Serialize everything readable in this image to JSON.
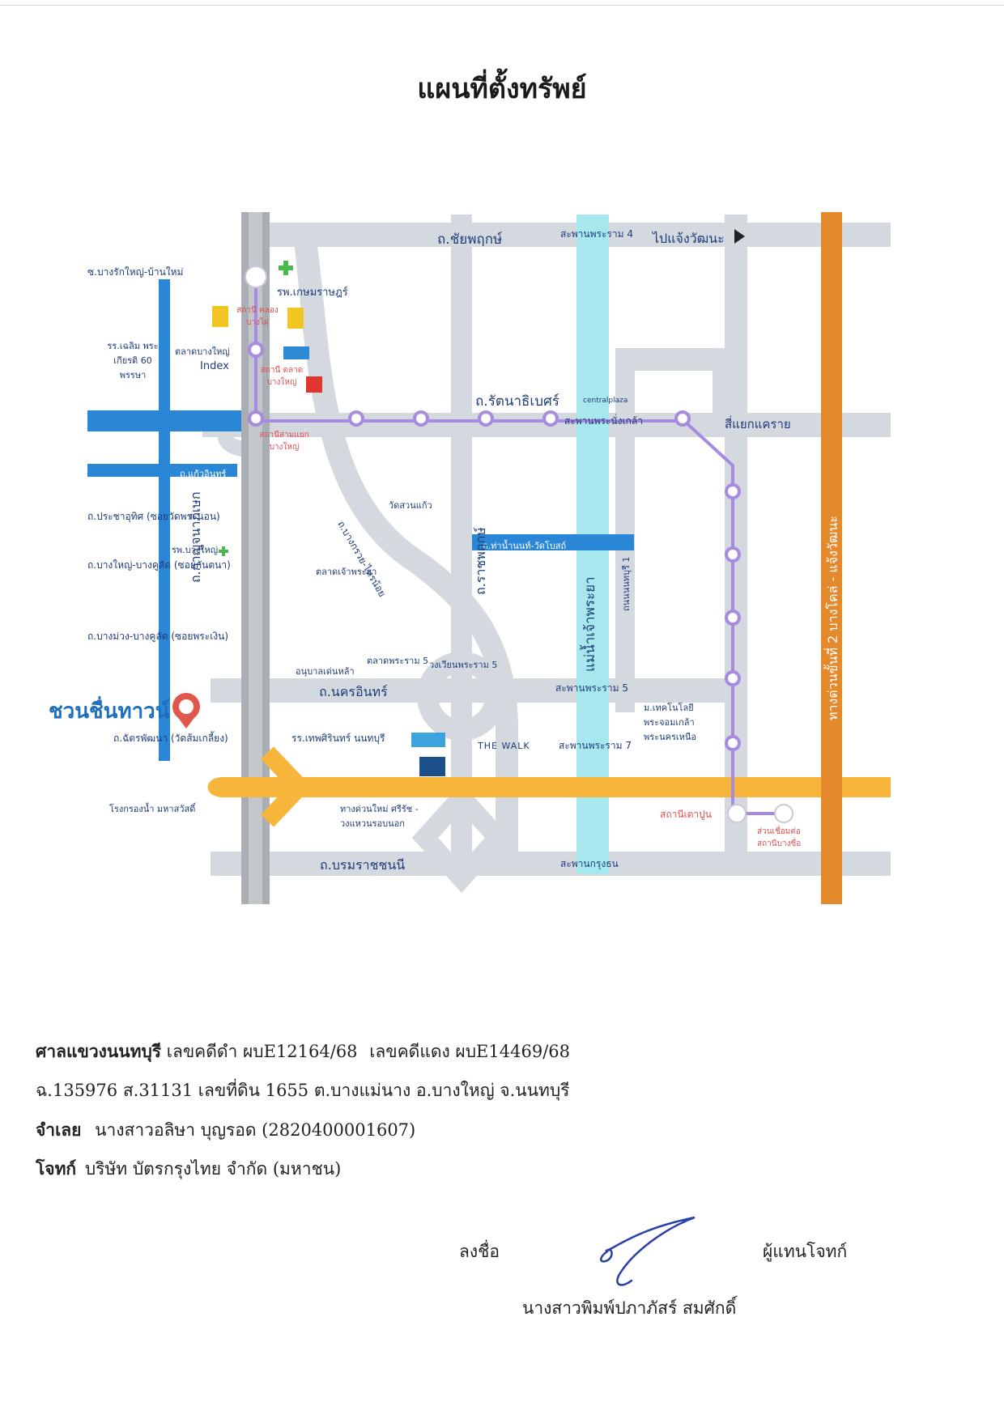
{
  "title": "แผนที่ตั้งทรัพย์",
  "map": {
    "roads": {
      "chaiyaphruek": "ถ.ชัยพฤกษ์",
      "rattanathibet": "ถ.รัตนาธิเบศร์",
      "nakhon_in": "ถ.นครอินทร์",
      "borommaratchachonnani": "ถ.บรมราชชนนี",
      "ratchaphruek": "ถ.ราชพฤกษ์",
      "kanchanaphisek": "ถ.กาญจนาภิเษก",
      "bangkruai_sainoi": "ถ.บางกรวย-ไทรน้อย",
      "kaew_in": "ถ.แก้วอินทร์",
      "prachautit": "ถ.ประชาอุทิศ (ซอยวัดพระนอน)",
      "bangyai_bangkhulat": "ถ.บางใหญ่-บางคูลัด (ซอยกันตนา)",
      "bangmuang_bangkhulat": "ถ.บางม่วง-บางคูลัด (ซอยพระเงิน)",
      "changwatthana_sub": "ถ.ฉัตรพัฒนา (วัดส้มเกลี้ยง)",
      "bangrak_yai": "ซ.บางรักใหญ่-บ้านใหม่",
      "tha_nam_nonthaburi": "ถ.ท่าน้ำนนท์-วัดโบสถ์",
      "nonthaburi_1": "ถนนนนทบุรี 1",
      "kaew_in_road": "ถนนกาญจนาภิเษก"
    },
    "bridges": {
      "rama4": "สะพานพระราม 4",
      "phra_nang_klao": "สะพานพระนั่งเกล้า",
      "rama5": "สะพานพระราม 5",
      "rama7": "สะพานพระราม 7",
      "krung_thon": "สะพานกรุงธน"
    },
    "directions": {
      "to_chaengwattana": "ไปแจ้งวัฒนะ",
      "sayaek_khae_rai": "สี่แยกแคราย",
      "expressway": "ทางด่วนขั้นที่ 2 บางโคล่ - แจ้งวัฒนะ",
      "river": "แม่น้ำเจ้าพระยา",
      "roundabout": "วงเวียนพระราม 5"
    },
    "places": {
      "kasemrad": "รพ.เกษมราษฎร์",
      "bangyai_hospital": "รพ.บางใหญ่",
      "rr_chaloem": "รร.เฉลิม พระเกียรติ 60 พรรษา",
      "talat_bangyai": "ตลาดบางใหญ่",
      "index": "Index",
      "wat_suan_kaew": "วัดสวนแก้ว",
      "talat_chao_phraya": "ตลาดเจ้าพระยา",
      "talat_rama5": "ตลาดพระราม 5",
      "monument": "อนุบาลเด่นหล้า",
      "rr_thepsirin": "รร.เทพศิรินทร์ นนทบุรี",
      "the_walk": "THE WALK",
      "waterworks": "โรงกรองน้ำ มหาสวัสดิ์",
      "expressway_new": "ทางด่วนใหม่ ศรีรัช - วงแหวนรอบนอก",
      "university": "ม.เทคโนโลยี พระจอมเกล้า พระนครเหนือ",
      "central_plaza": "centralplaza"
    },
    "stations": {
      "khlong_bang_phai": "สถานี คลองบางไผ่",
      "talat_bang_yai": "สถานี ตลาดบางใหญ่",
      "sam_yaek_bang_yai": "สถานีสามแยก บางใหญ่",
      "tao_poon": "สถานีเตาปูน",
      "bang_sue_link": "ส่วนเชื่อมต่อ สถานีบางซื่อ"
    },
    "property_label": "ชวนชื่นทาวน์"
  },
  "case": {
    "court_label": "ศาลแขวงนนทบุรี",
    "black_case": "เลขคดีดำ ผบE12164/68",
    "red_case": "เลขคดีแดง ผบE14469/68",
    "title_deed_line": "ฉ.135976 ส.31131 เลขที่ดิน 1655 ต.บางแม่นาง อ.บางใหญ่ จ.นนทบุรี",
    "defendant_label": "จำเลย",
    "defendant": "นางสาวอลิษา บุญรอด (2820400001607)",
    "plaintiff_label": "โจทก์",
    "plaintiff": "บริษัท บัตรกรุงไทย จำกัด (มหาชน)"
  },
  "signature": {
    "sign_label": "ลงชื่อ",
    "role": "ผู้แทนโจทก์",
    "name": "นางสาวพิมพ์ปภาภัสร์ สมศักดิ์"
  },
  "colors": {
    "road": "#d4d9e0",
    "highway": "#f7b53b",
    "expressway": "#e48a2c",
    "river": "#a6e8ee",
    "canal": "#2a86d6",
    "metro": "#a78be0",
    "property": "#1f6fbf"
  }
}
